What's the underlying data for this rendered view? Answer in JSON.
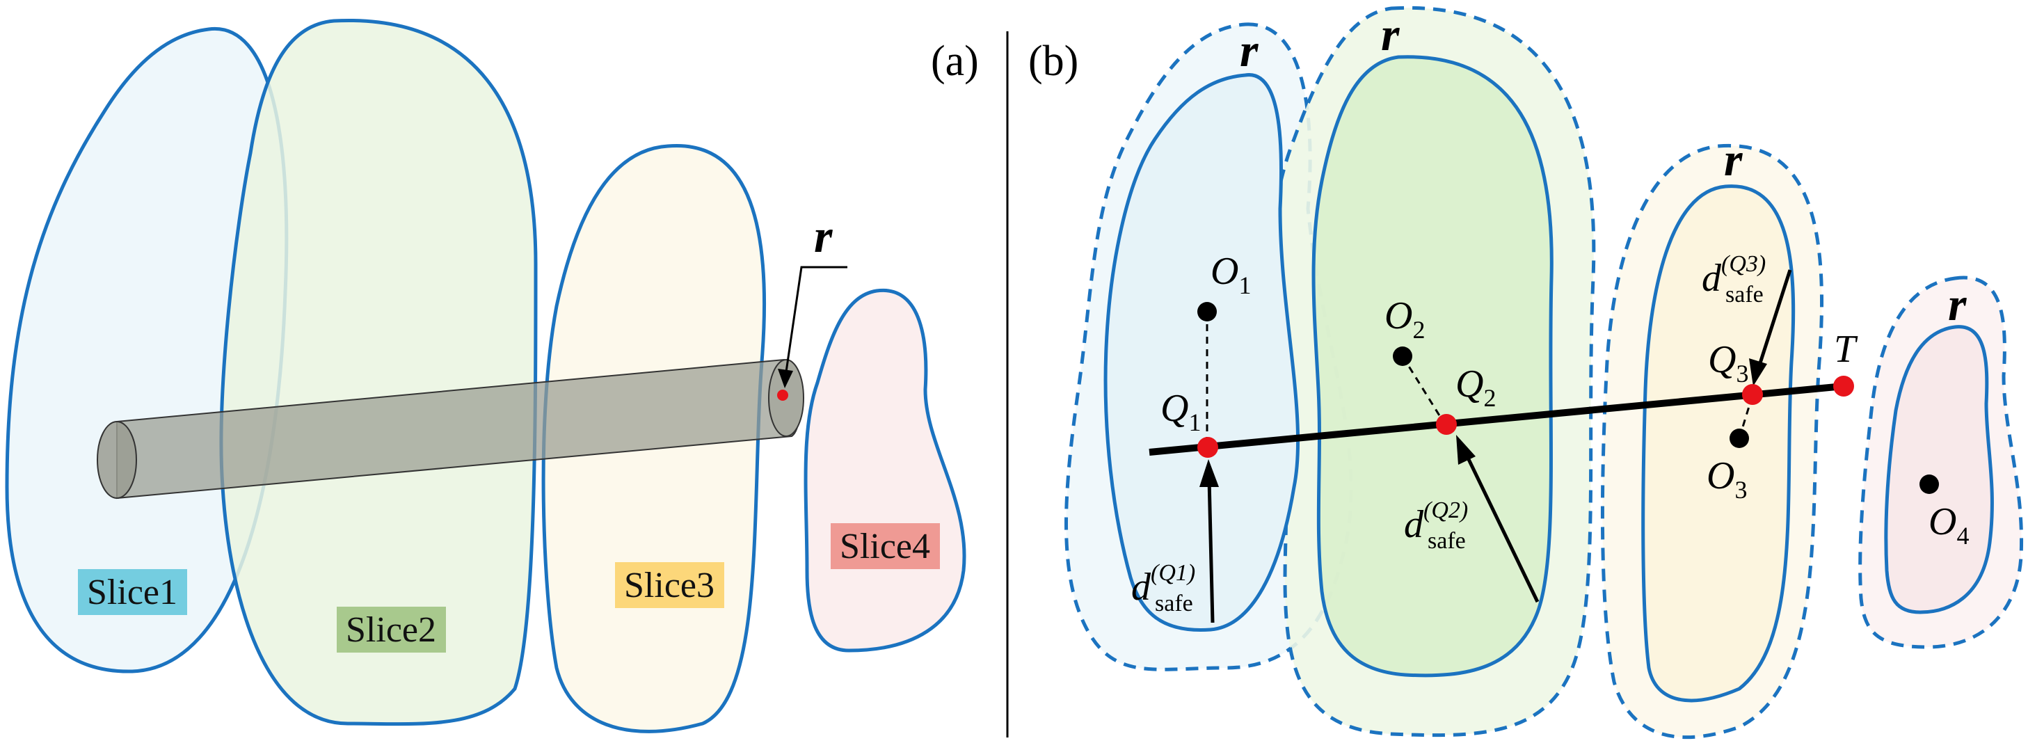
{
  "panels": {
    "a": {
      "label": "(a)",
      "radius_symbol": "r",
      "slices": [
        {
          "label": "Slice1",
          "fill": "#eef7fb",
          "tag_color": "#74cde0"
        },
        {
          "label": "Slice2",
          "fill": "#eaf5e1",
          "tag_color": "#a8c98d"
        },
        {
          "label": "Slice3",
          "fill": "#fdf8ea",
          "tag_color": "#fcd77a"
        },
        {
          "label": "Slice4",
          "fill": "#fbeeee",
          "tag_color": "#ef9a94"
        }
      ],
      "cylinder_color": "#9a9c92"
    },
    "b": {
      "label": "(b)",
      "radius_symbol": "r",
      "centers": [
        {
          "name": "O",
          "sub": "1"
        },
        {
          "name": "O",
          "sub": "2"
        },
        {
          "name": "O",
          "sub": "3"
        },
        {
          "name": "O",
          "sub": "4"
        }
      ],
      "intersections": [
        {
          "name": "Q",
          "sub": "1"
        },
        {
          "name": "Q",
          "sub": "2"
        },
        {
          "name": "Q",
          "sub": "3"
        }
      ],
      "target": "T",
      "safe_distances": [
        {
          "d": "d",
          "sub": "safe",
          "sup": "(Q1)"
        },
        {
          "d": "d",
          "sub": "safe",
          "sup": "(Q2)"
        },
        {
          "d": "d",
          "sub": "safe",
          "sup": "(Q3)"
        }
      ],
      "region_fills": [
        "#e6f3f8",
        "#d9efcc",
        "#fcf5df",
        "#f8e9ea"
      ],
      "outer_fills": [
        "#f0f8fb",
        "#eef7e5",
        "#fdf9ed",
        "#fcf3f3"
      ]
    }
  },
  "colors": {
    "outline": "#1b73c0",
    "point_red": "#e8141b",
    "point_black": "#000000"
  }
}
